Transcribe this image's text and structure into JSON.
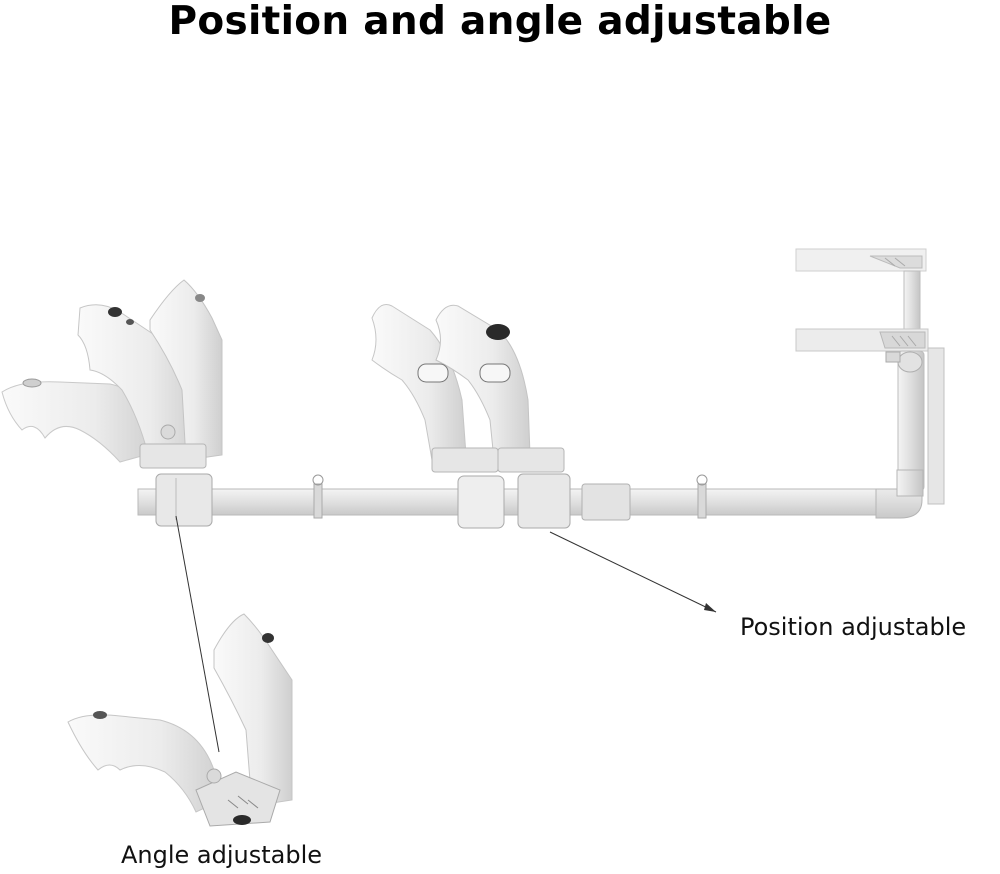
{
  "title": "Position and angle adjustable",
  "labels": {
    "position": "Position adjustable",
    "angle": "Angle adjustable"
  },
  "colors": {
    "background": "#ffffff",
    "rail": "#e4e4e4",
    "rail_edge": "#b8b8b8",
    "controller": "#f2f2f2",
    "controller_shade": "#d6d6d6",
    "dark_parts": "#2a2a2a",
    "leader_line": "#333333"
  }
}
